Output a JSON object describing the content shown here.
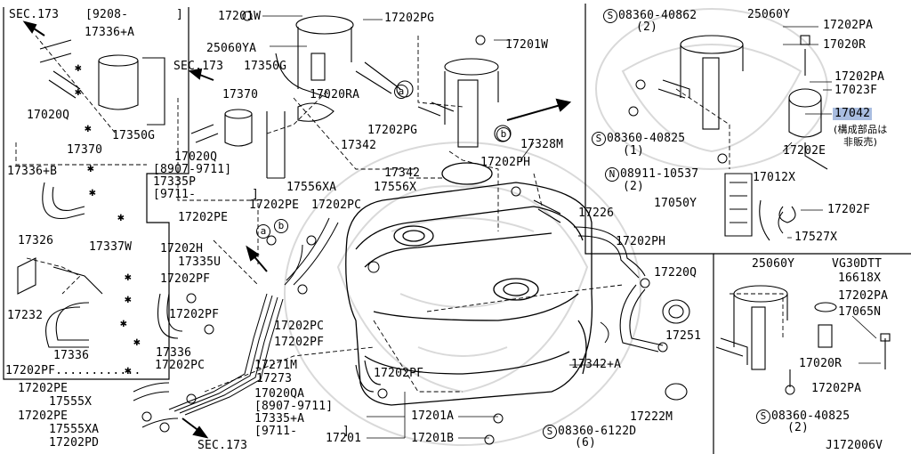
{
  "labels": {
    "sec173_tl": "SEC.173",
    "date_9208": "[9208-",
    "bracket_close": "]",
    "p17336A": "17336+A",
    "p17020Q_a": "17020Q",
    "p17350G": "17350G",
    "p17370_a": "17370",
    "p17336B": "17336+B",
    "p17326": "17326",
    "p17337W": "17337W",
    "p17232": "17232",
    "p17336": "17336",
    "p17202PF_dots": "17202PF............",
    "p17201W_a": "17201W",
    "p25060YA": "25060YA",
    "p17202PG_a": "17202PG",
    "sec173_mid": "SEC.173",
    "p17350G_b": "17350G",
    "p17370_b": "17370",
    "p17020RA": "17020RA",
    "p17202PG_b": "17202PG",
    "p17342_a": "17342",
    "p17020Q_b": "17020Q",
    "date_8907": "[8907-9711]",
    "p17335P": "17335P",
    "date_9711a": "[9711-",
    "bracket_a": "]",
    "p17556XA": "17556XA",
    "p17556X": "17556X",
    "p17342_b": "17342",
    "p17202PE_a": "17202PE",
    "p17202PE_b": "17202PE",
    "p17202PC_a": "17202PC",
    "p17202H": "17202H",
    "p17335U": "17335U",
    "p17202PF_a": "17202PF",
    "p17202PF_b": "17202PF",
    "p17202PC_b": "17202PC",
    "p17202PF_c": "17202PF",
    "p17336_b": "17336",
    "p17202PC_c": "17202PC",
    "p17271M": "17271M",
    "p17273": "17273",
    "p17202PE_c": "17202PE",
    "p17555X": "17555X",
    "p17202PE_d": "17202PE",
    "p17555XA": "17555XA",
    "p17202PD": "17202PD",
    "sec173_bot": "SEC.173",
    "p17202PF_d": "17202PF",
    "p17020QA": "17020QA",
    "date_8907b": "[8907-9711]",
    "p17335A": "17335+A",
    "date_9711b": "[9711-",
    "bracket_b": "]",
    "p17201": "17201",
    "p17201A": "17201A",
    "p17201B": "17201B",
    "p17201W_b": "17201W",
    "p17328M": "17328M",
    "p17202PH_a": "17202PH",
    "p17226": "17226",
    "p17202PH_b": "17202PH",
    "p17220Q": "17220Q",
    "p17251": "17251",
    "p17342A": "17342+A",
    "p17222M": "17222M",
    "p08360_6122D": "08360-6122D",
    "qty6": "(6)",
    "p08360_40862": "08360-40862",
    "qty2_a": "(2)",
    "p25060Y_a": "25060Y",
    "p17202PA_a": "17202PA",
    "p17020R_a": "17020R",
    "p17202PA_b": "17202PA",
    "p17023F": "17023F",
    "p17042": "17042",
    "jp_note1": "(構成部品は",
    "jp_note2": "非販売)",
    "p08360_40825_a": "08360-40825",
    "qty1": "(1)",
    "p17202E": "17202E",
    "p08911_10537": "08911-10537",
    "qty2_b": "(2)",
    "p17012X": "17012X",
    "p17050Y": "17050Y",
    "p17202F": "17202F",
    "p17527X": "17527X",
    "p25060Y_b": "25060Y",
    "vg30dtt": "VG30DTT",
    "p16618X": "16618X",
    "p17202PA_c": "17202PA",
    "p17065N": "17065N",
    "p17020R_b": "17020R",
    "p17202PA_d": "17202PA",
    "p08360_40825_b": "08360-40825",
    "qty2_c": "(2)",
    "diagram_id": "J172006V",
    "sym_S": "S",
    "sym_N": "N",
    "sym_a": "a",
    "sym_b": "b",
    "asterisk": "✱"
  },
  "colors": {
    "line": "#000000",
    "highlight": "#a9bde0",
    "watermark": "#d9d9d9"
  }
}
